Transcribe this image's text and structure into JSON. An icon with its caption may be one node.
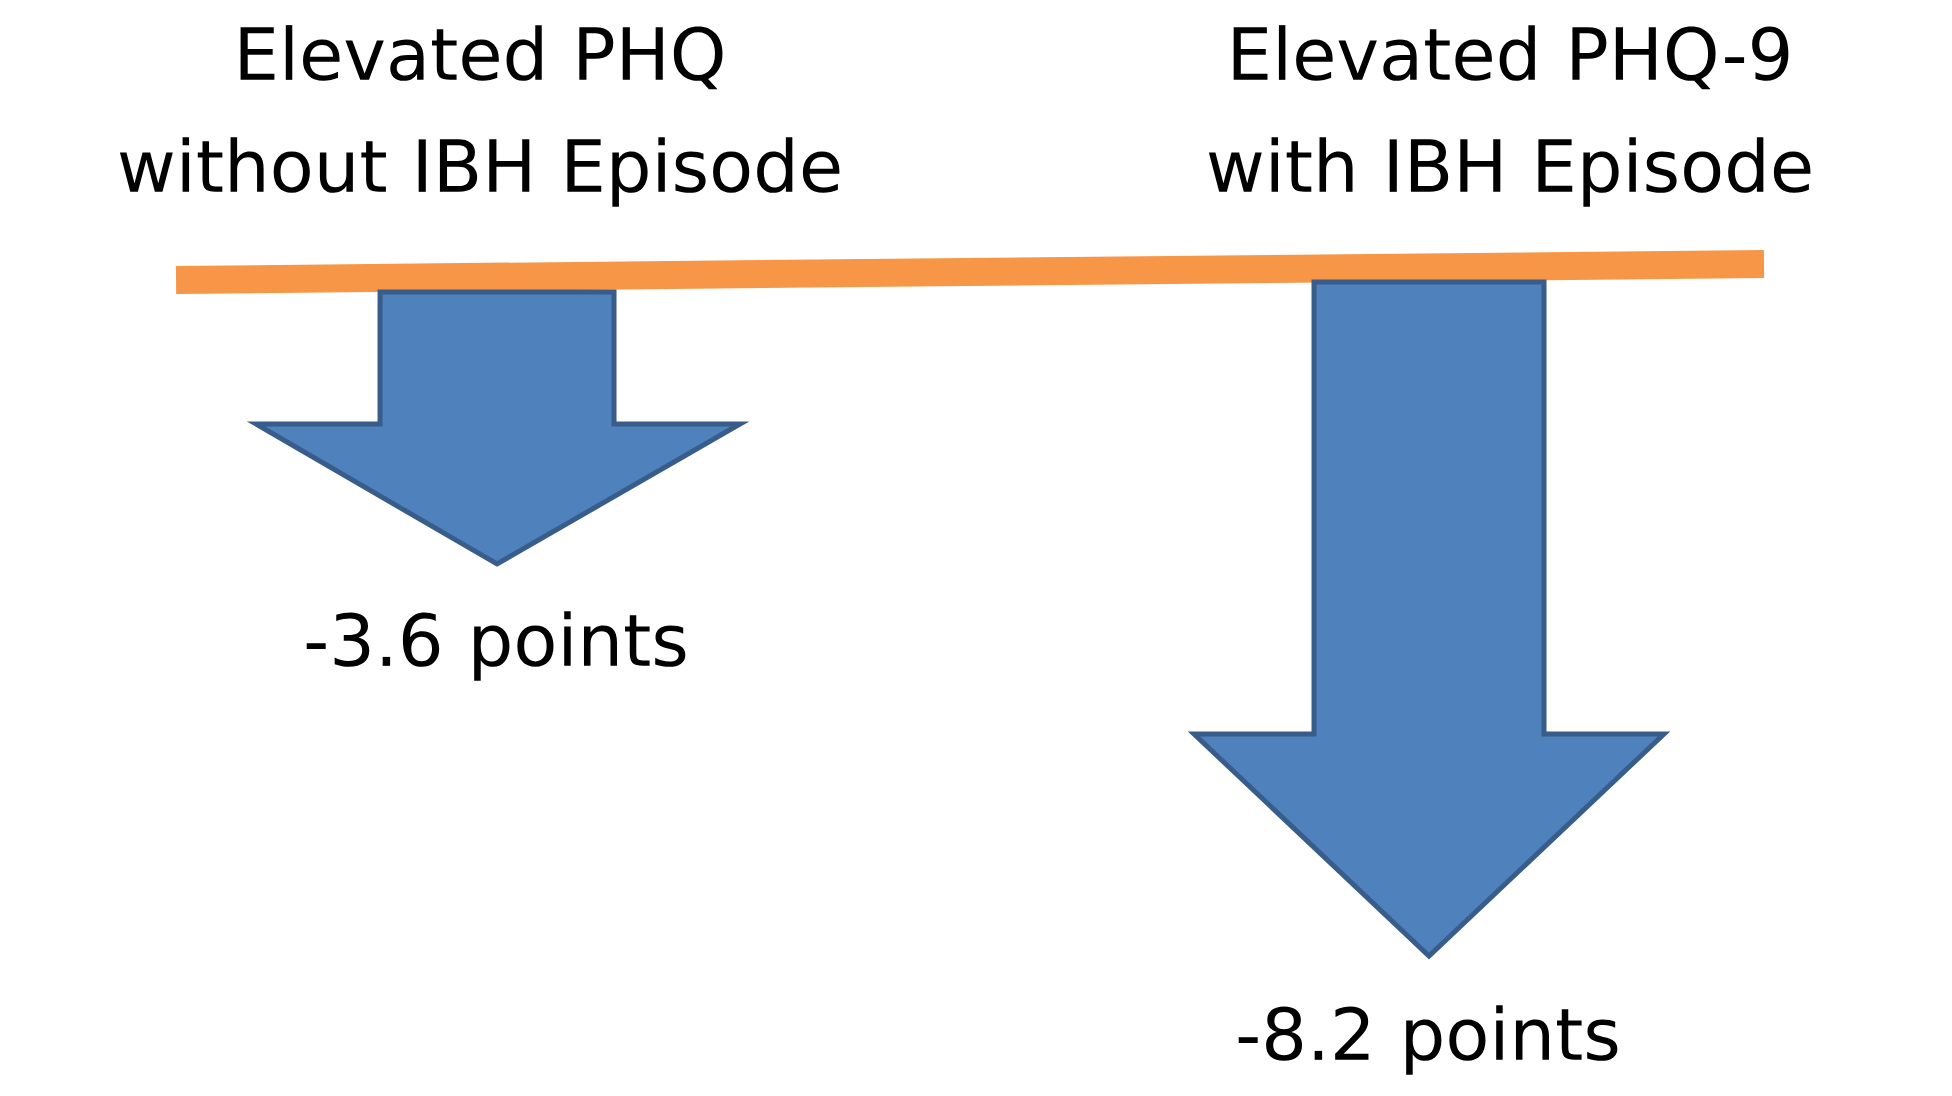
{
  "diagram": {
    "labels": [
      "Elevated PHQ without IBH Episode",
      "Elevated PHQ-9 with IBH Episode",
      "-3.6 points",
      "-8.2 points"
    ]
  }
}
